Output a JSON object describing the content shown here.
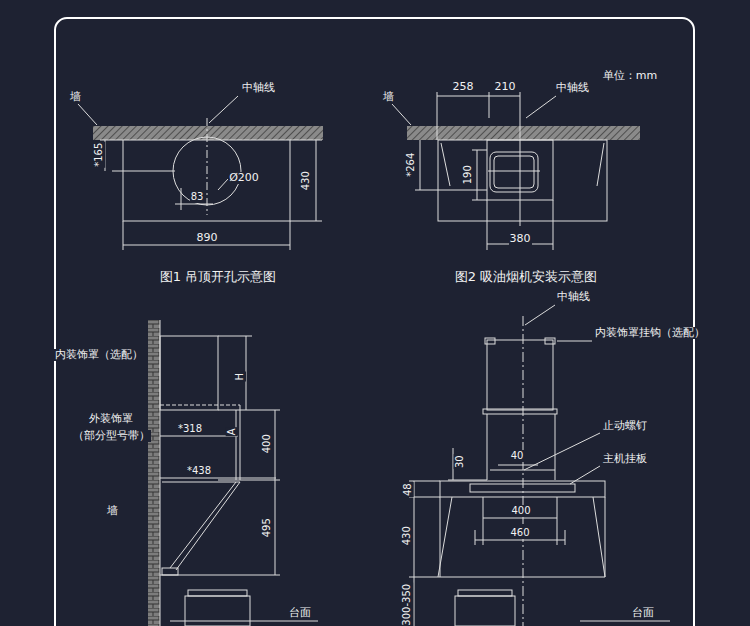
{
  "diagram": {
    "labels": [
      "墙",
      "中轴线",
      "*165",
      "Ø200",
      "83",
      "430",
      "890",
      "图1 吊顶开孔示意图",
      "258",
      "210",
      "单位：mm",
      "墙",
      "中轴线",
      "*264",
      "190",
      "380",
      "图2 吸油烟机安装示意图",
      "内装饰罩（选配）",
      "H",
      "外装饰罩",
      "（部分型号带）",
      "*318",
      "A",
      "400",
      "*438",
      "墙",
      "495",
      "台面",
      "中轴线",
      "内装饰罩挂钩（选配）",
      "止动螺钉",
      "30",
      "40",
      "主机挂板",
      "48",
      "400",
      "430",
      "460",
      "300-350",
      "台面"
    ]
  }
}
